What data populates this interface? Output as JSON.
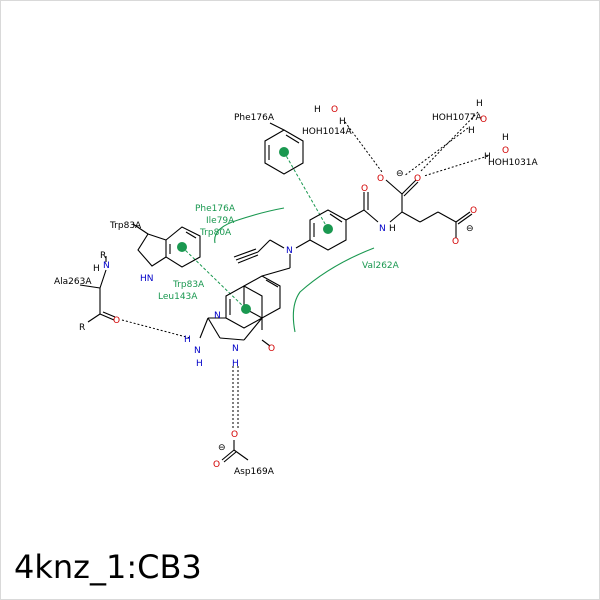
{
  "caption": "4knz_1:CB3",
  "residues": {
    "phe176_top": "Phe176A",
    "hoh1014": "HOH1014A",
    "hoh1077": "HOH1077A",
    "hoh1031": "HOH1031A",
    "trp83_top": "Trp83A",
    "ala263": "Ala263A",
    "asp169": "Asp169A",
    "val262": "Val262A"
  },
  "hydrophobic_group_left": [
    "Phe176A",
    "Ile79A",
    "Trp80A"
  ],
  "hydrophobic_group_mid": [
    "Trp83A",
    "Leu143A"
  ],
  "atoms": {
    "O": "O",
    "N": "N",
    "H": "H",
    "NH": "NH",
    "HN": "HN",
    "R": "R",
    "minus": "⊖"
  },
  "colors": {
    "nitrogen": "#0000c8",
    "oxygen": "#d20000",
    "interaction_green": "#1a9850",
    "bond": "#000000"
  }
}
